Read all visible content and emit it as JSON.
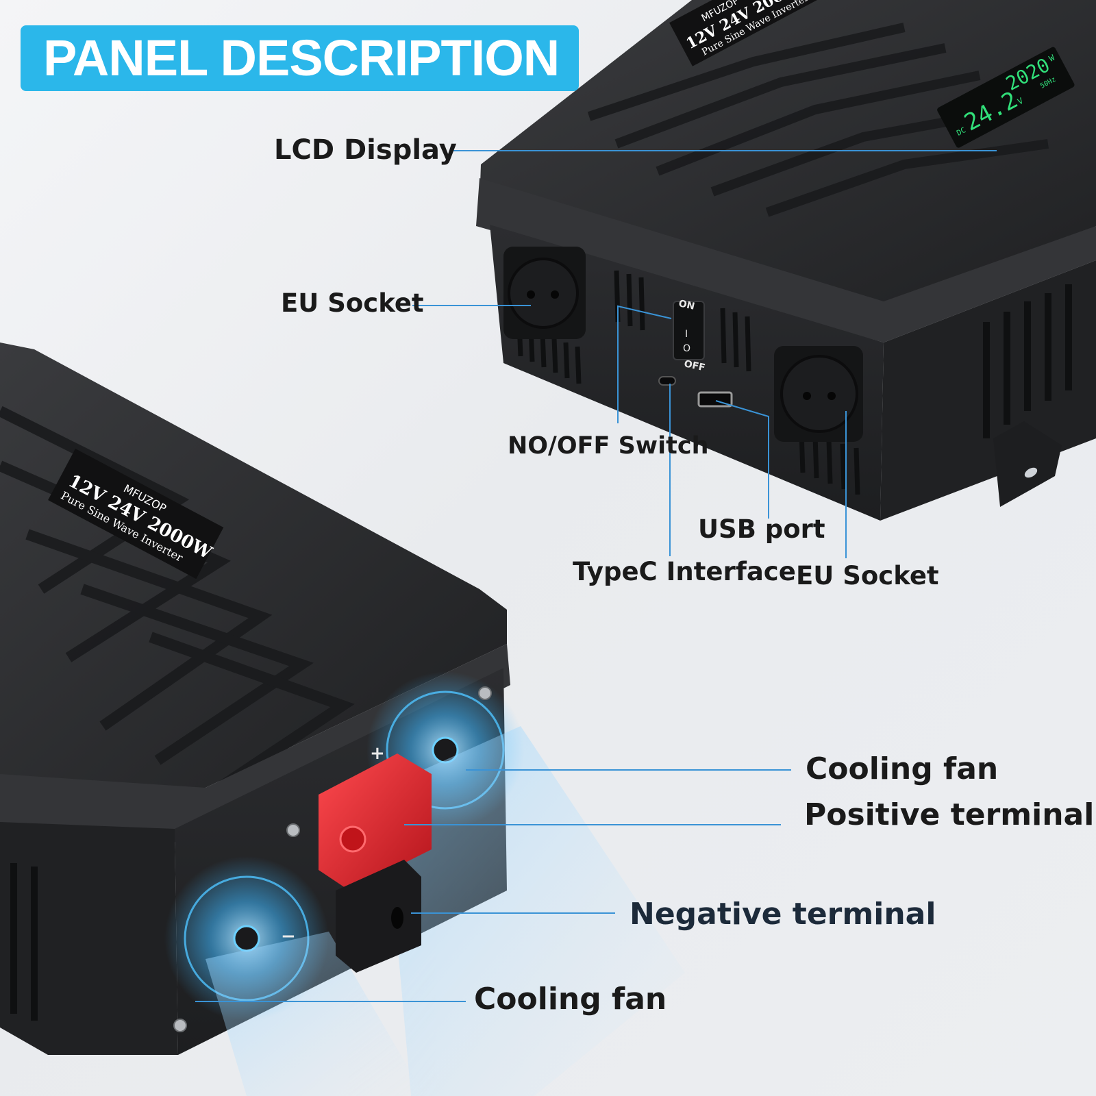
{
  "header": {
    "title": "PANEL DESCRIPTION"
  },
  "labels": {
    "lcd_display": "LCD Display",
    "eu_socket_1": "EU Socket",
    "switch": "NO/OFF Switch",
    "usb_port": "USB port",
    "typec": "TypeC Interface",
    "eu_socket_2": "EU Socket",
    "cooling_fan_1": "Cooling fan",
    "positive_terminal": "Positive terminal",
    "negative_terminal": "Negative terminal",
    "cooling_fan_2": "Cooling fan"
  },
  "product_label": {
    "brand": "MFUZOP",
    "model": "12V 24V 2000W",
    "subtitle": "Pure Sine Wave Inverter"
  },
  "lcd": {
    "prefix": "DC",
    "voltage": "24.2",
    "voltage_unit": "V",
    "power": "2020",
    "power_unit": "W",
    "frequency": "50Hz"
  },
  "switch_markings": {
    "on": "ON",
    "off": "OFF",
    "on_symbol": "I",
    "off_symbol": "O"
  },
  "terminal_markings": {
    "positive": "+",
    "negative": "−"
  },
  "colors": {
    "banner": "#2bb7ea",
    "callout_line": "#3a93d6",
    "device_body": "#2b2c2e",
    "lcd_digits": "#31e07a",
    "positive_terminal": "#e0242b",
    "fan_glow": "#3fb8ff"
  }
}
